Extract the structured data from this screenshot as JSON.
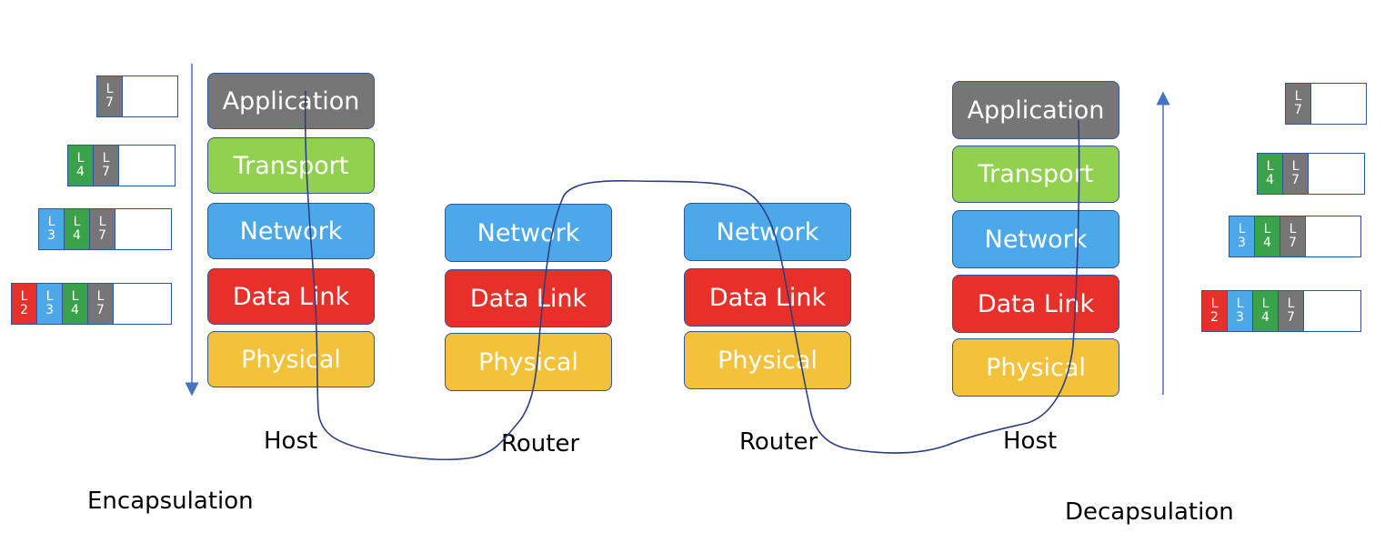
{
  "stacks": {
    "host_left": [
      "Application",
      "Transport",
      "Network",
      "Data Link",
      "Physical"
    ],
    "router_1": [
      "Network",
      "Data Link",
      "Physical"
    ],
    "router_2": [
      "Network",
      "Data Link",
      "Physical"
    ],
    "host_right": [
      "Application",
      "Transport",
      "Network",
      "Data Link",
      "Physical"
    ]
  },
  "node_labels": {
    "host_left": "Host",
    "router_1": "Router",
    "router_2": "Router",
    "host_right": "Host"
  },
  "captions": {
    "encapsulation": "Encapsulation",
    "decapsulation": "Decapsulation"
  },
  "packets": {
    "encapsulation": [
      [
        [
          "L",
          "7"
        ]
      ],
      [
        [
          "L",
          "4"
        ],
        [
          "L",
          "7"
        ]
      ],
      [
        [
          "L",
          "3"
        ],
        [
          "L",
          "4"
        ],
        [
          "L",
          "7"
        ]
      ],
      [
        [
          "L",
          "2"
        ],
        [
          "L",
          "3"
        ],
        [
          "L",
          "4"
        ],
        [
          "L",
          "7"
        ]
      ]
    ],
    "decapsulation": [
      [
        [
          "L",
          "7"
        ]
      ],
      [
        [
          "L",
          "4"
        ],
        [
          "L",
          "7"
        ]
      ],
      [
        [
          "L",
          "3"
        ],
        [
          "L",
          "4"
        ],
        [
          "L",
          "7"
        ]
      ],
      [
        [
          "L",
          "2"
        ],
        [
          "L",
          "3"
        ],
        [
          "L",
          "4"
        ],
        [
          "L",
          "7"
        ]
      ]
    ]
  },
  "colors": {
    "application": "#767676",
    "transport": "#92d050",
    "network": "#4da8ea",
    "data_link": "#e8302a",
    "physical": "#f3c13a",
    "l4_header": "#3aa24a",
    "outline": "#2f5597"
  }
}
